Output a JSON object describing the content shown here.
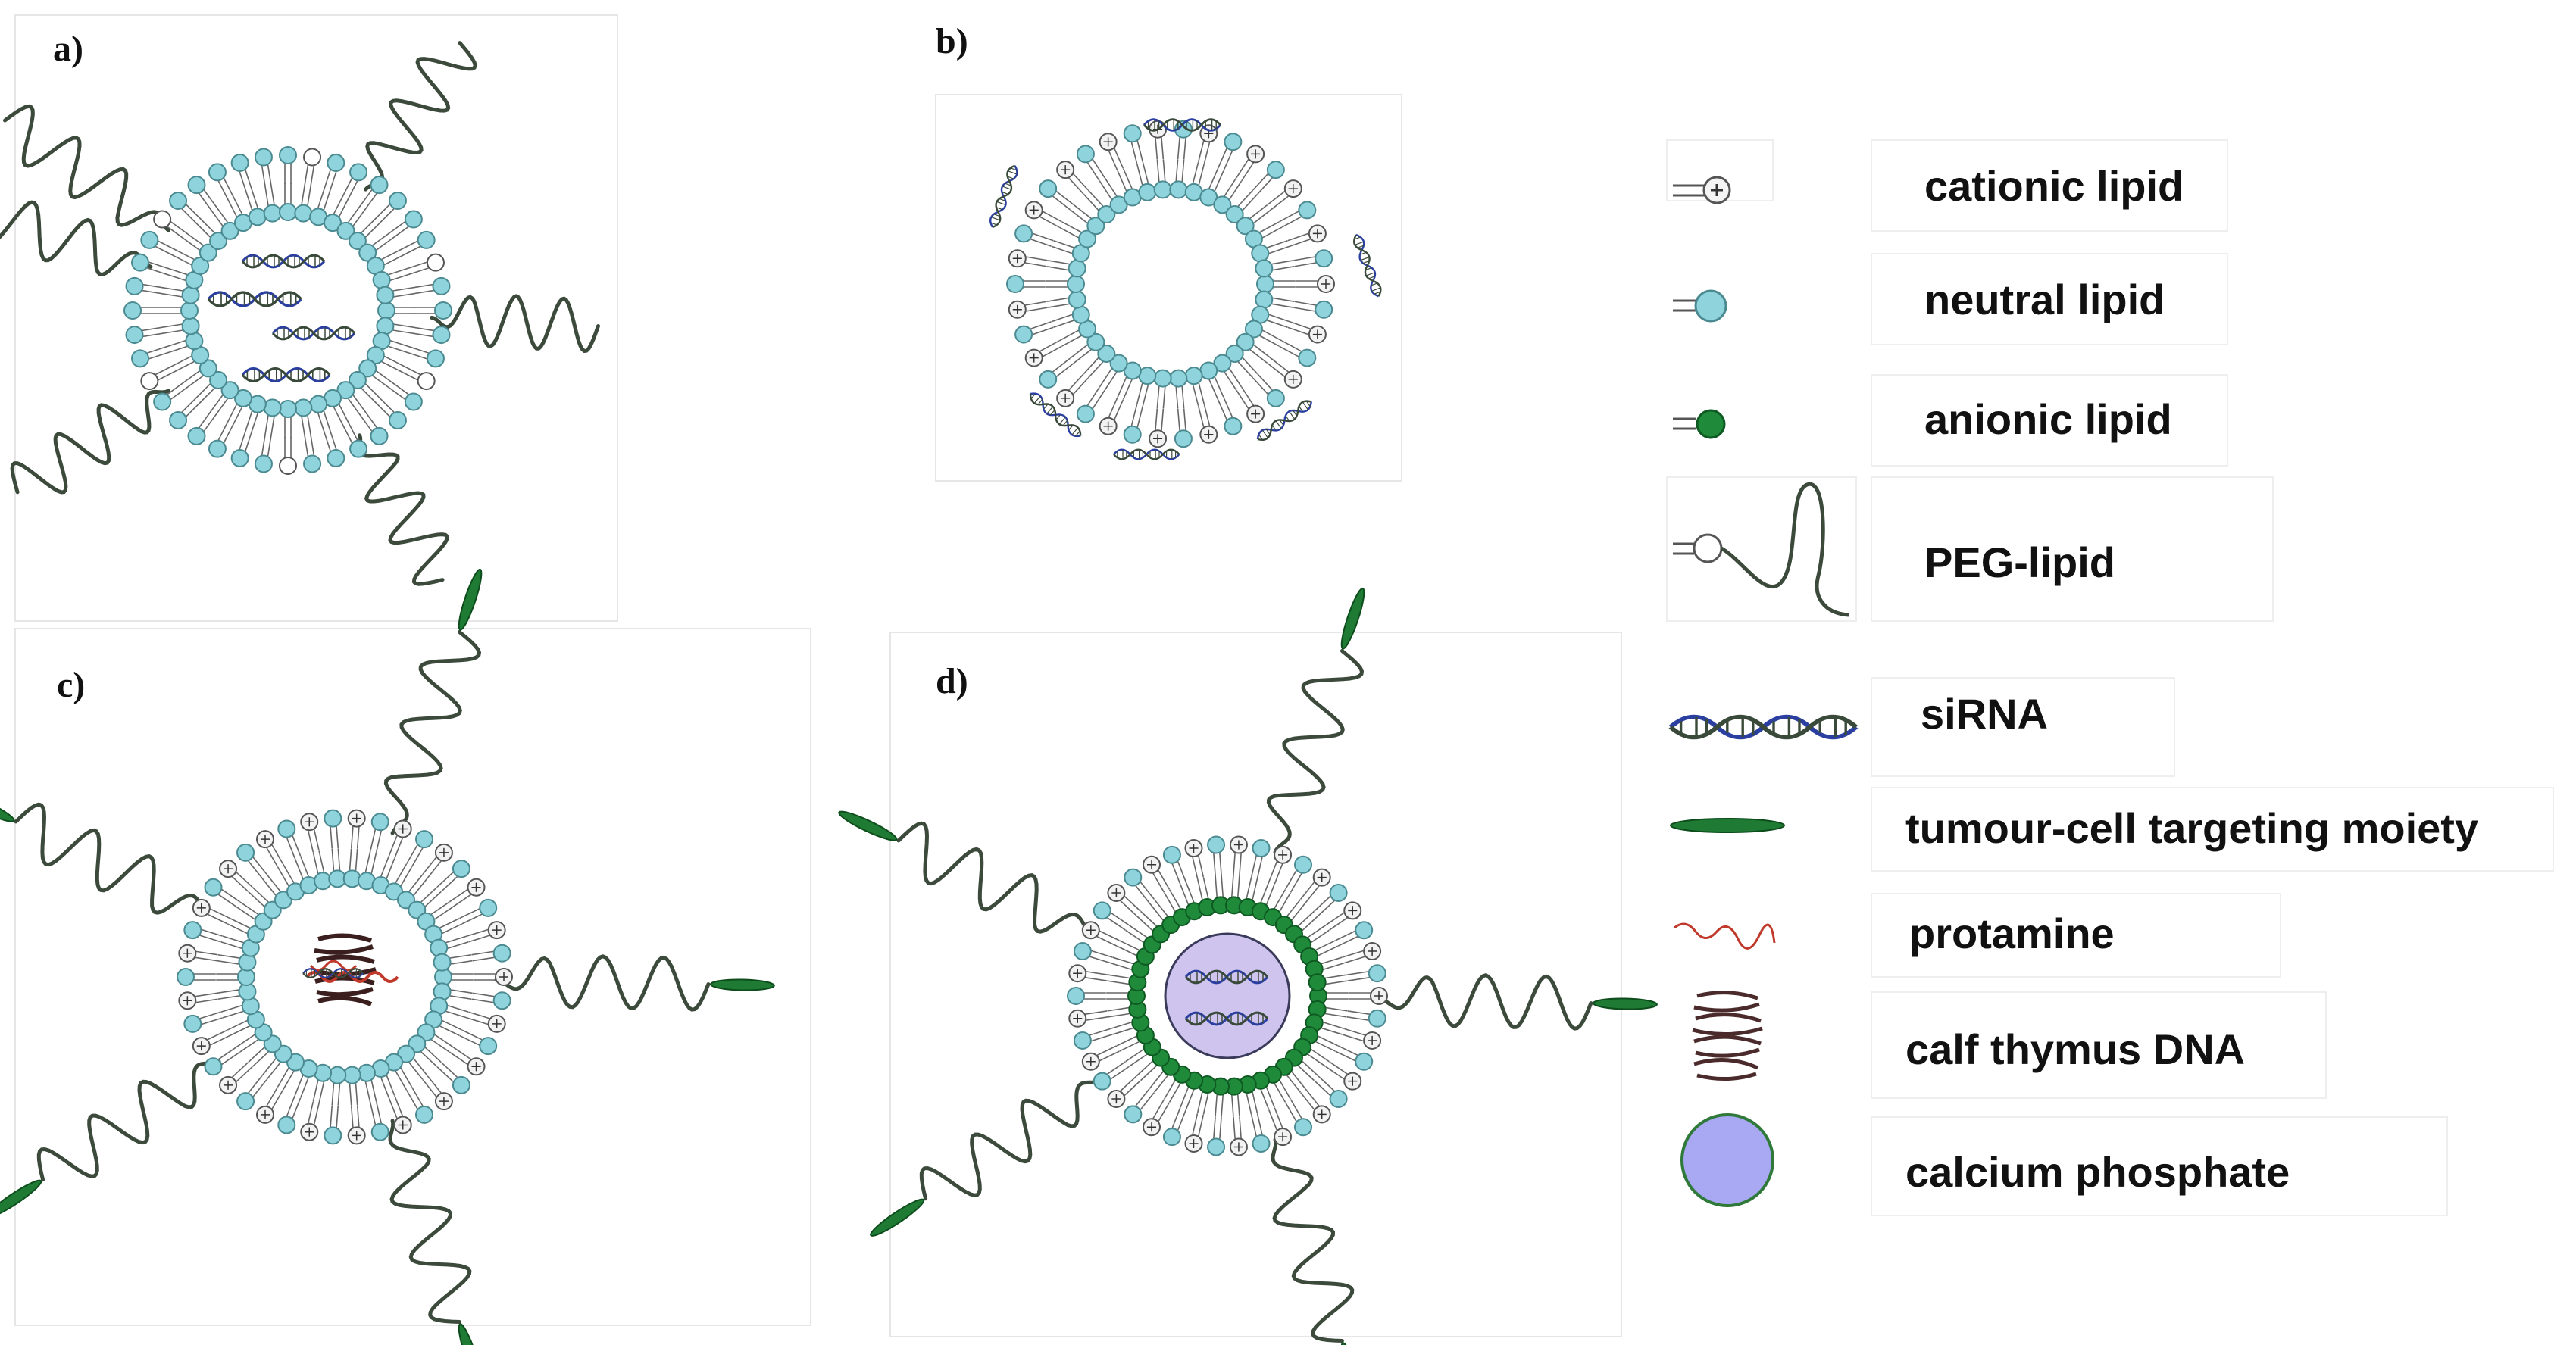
{
  "panels": [
    {
      "id": "a",
      "label": "a)"
    },
    {
      "id": "b",
      "label": "b)"
    },
    {
      "id": "c",
      "label": "c)"
    },
    {
      "id": "d",
      "label": "d)"
    }
  ],
  "legend": [
    {
      "id": "cationic",
      "text": "cationic lipid",
      "icon": "cationic-lipid-icon"
    },
    {
      "id": "neutral",
      "text": "neutral lipid",
      "icon": "neutral-lipid-icon"
    },
    {
      "id": "anionic",
      "text": "anionic lipid",
      "icon": "anionic-lipid-icon"
    },
    {
      "id": "peg",
      "text": "PEG-lipid",
      "icon": "peg-lipid-icon"
    },
    {
      "id": "sirna",
      "text": "siRNA",
      "icon": "sirna-icon"
    },
    {
      "id": "targeting",
      "text": "tumour-cell targeting moiety",
      "icon": "targeting-moiety-icon"
    },
    {
      "id": "protamine",
      "text": "protamine",
      "icon": "protamine-icon"
    },
    {
      "id": "dna",
      "text": "calf thymus DNA",
      "icon": "calf-thymus-dna-icon"
    },
    {
      "id": "caphos",
      "text": "calcium phosphate",
      "icon": "calcium-phosphate-icon"
    }
  ],
  "colors": {
    "neutral": "#8fd3dc",
    "anionic": "#1f8a3a",
    "peg": "#3c4a3c",
    "outline": "#4f6f5f",
    "sirna_blue": "#2a3fa0",
    "protamine": "#c0392b",
    "dna": "#4a2a2a",
    "caphos": "#a9a8f2"
  }
}
